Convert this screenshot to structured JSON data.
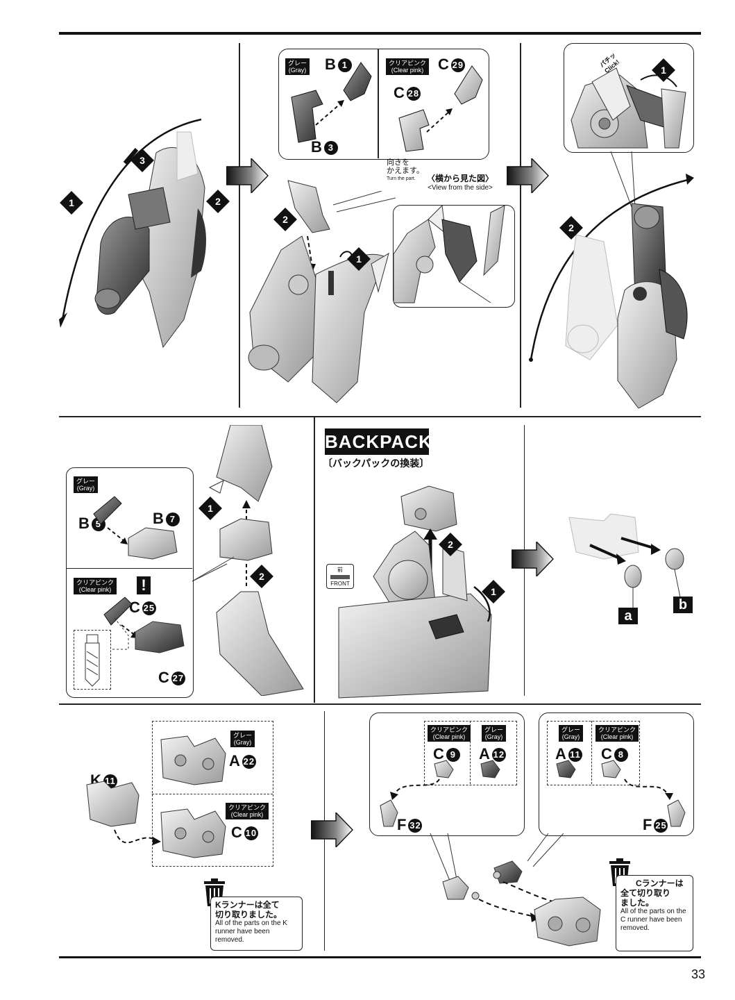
{
  "page_number": "33",
  "colors": {
    "ink": "#111111",
    "part_gray": "#8a8a8a",
    "part_light": "#d6d6d6"
  },
  "row1": {
    "panel1": {
      "steps": [
        "1",
        "2",
        "3"
      ]
    },
    "panel2": {
      "gray_tag": {
        "jp": "グレー",
        "en": "(Gray)"
      },
      "pink_tag": {
        "jp": "クリアピンク",
        "en": "(Clear pink)"
      },
      "parts": {
        "b1": {
          "letter": "B",
          "num": "1"
        },
        "b3": {
          "letter": "B",
          "num": "3"
        },
        "c29": {
          "letter": "C",
          "num": "29"
        },
        "c28": {
          "letter": "C",
          "num": "28"
        }
      },
      "turn_note": {
        "jp1": "向きを",
        "jp2": "かえます。",
        "en": "Turn the part."
      },
      "side_view": {
        "jp": "〈横から見た図〉",
        "en": "<View from the side>"
      },
      "steps": [
        "1",
        "2"
      ]
    },
    "panel3": {
      "click": {
        "jp": "パチッ",
        "en": "Click!"
      },
      "steps": [
        "1",
        "2"
      ]
    }
  },
  "row2": {
    "panel1": {
      "gray_tag": {
        "jp": "グレー",
        "en": "(Gray)"
      },
      "pink_tag": {
        "jp": "クリアピンク",
        "en": "(Clear pink)"
      },
      "parts": {
        "b5": {
          "letter": "B",
          "num": "5"
        },
        "b7": {
          "letter": "B",
          "num": "7"
        },
        "c25": {
          "letter": "C",
          "num": "25"
        },
        "c27": {
          "letter": "C",
          "num": "27"
        }
      },
      "warning": "!",
      "steps": [
        "1",
        "2"
      ]
    },
    "panel2": {
      "title": "BACKPACK",
      "subtitle": "〔バックパックの換装〕",
      "front": {
        "jp": "前",
        "en": "FRONT"
      },
      "steps": [
        "1",
        "2"
      ]
    },
    "panel3": {
      "labels": [
        "a",
        "b"
      ]
    }
  },
  "row3": {
    "panel1": {
      "k11": {
        "letter": "K",
        "num": "11"
      },
      "gray_tag": {
        "jp": "グレー",
        "en": "(Gray)"
      },
      "pink_tag": {
        "jp": "クリアピンク",
        "en": "(Clear pink)"
      },
      "a22": {
        "letter": "A",
        "num": "22"
      },
      "c10": {
        "letter": "C",
        "num": "10"
      },
      "runner_note": {
        "jp1": "Kランナーは全て",
        "jp2": "切り取りました。",
        "en": "All of the parts on the K runner have been removed."
      }
    },
    "panel2": {
      "left_box": {
        "pink_tag": {
          "jp": "クリアピンク",
          "en": "(Clear pink)"
        },
        "gray_tag": {
          "jp": "グレー",
          "en": "(Gray)"
        },
        "c9": {
          "letter": "C",
          "num": "9"
        },
        "a12": {
          "letter": "A",
          "num": "12"
        },
        "f32": {
          "letter": "F",
          "num": "32"
        }
      },
      "right_box": {
        "gray_tag": {
          "jp": "グレー",
          "en": "(Gray)"
        },
        "pink_tag": {
          "jp": "クリアピンク",
          "en": "(Clear pink)"
        },
        "a11": {
          "letter": "A",
          "num": "11"
        },
        "c8": {
          "letter": "C",
          "num": "8"
        },
        "f25": {
          "letter": "F",
          "num": "25"
        }
      },
      "runner_note": {
        "jp1": "Cランナーは",
        "jp2": "全て切り取り",
        "jp3": "ました。",
        "en": "All of the parts on the C runner have been removed."
      }
    }
  }
}
